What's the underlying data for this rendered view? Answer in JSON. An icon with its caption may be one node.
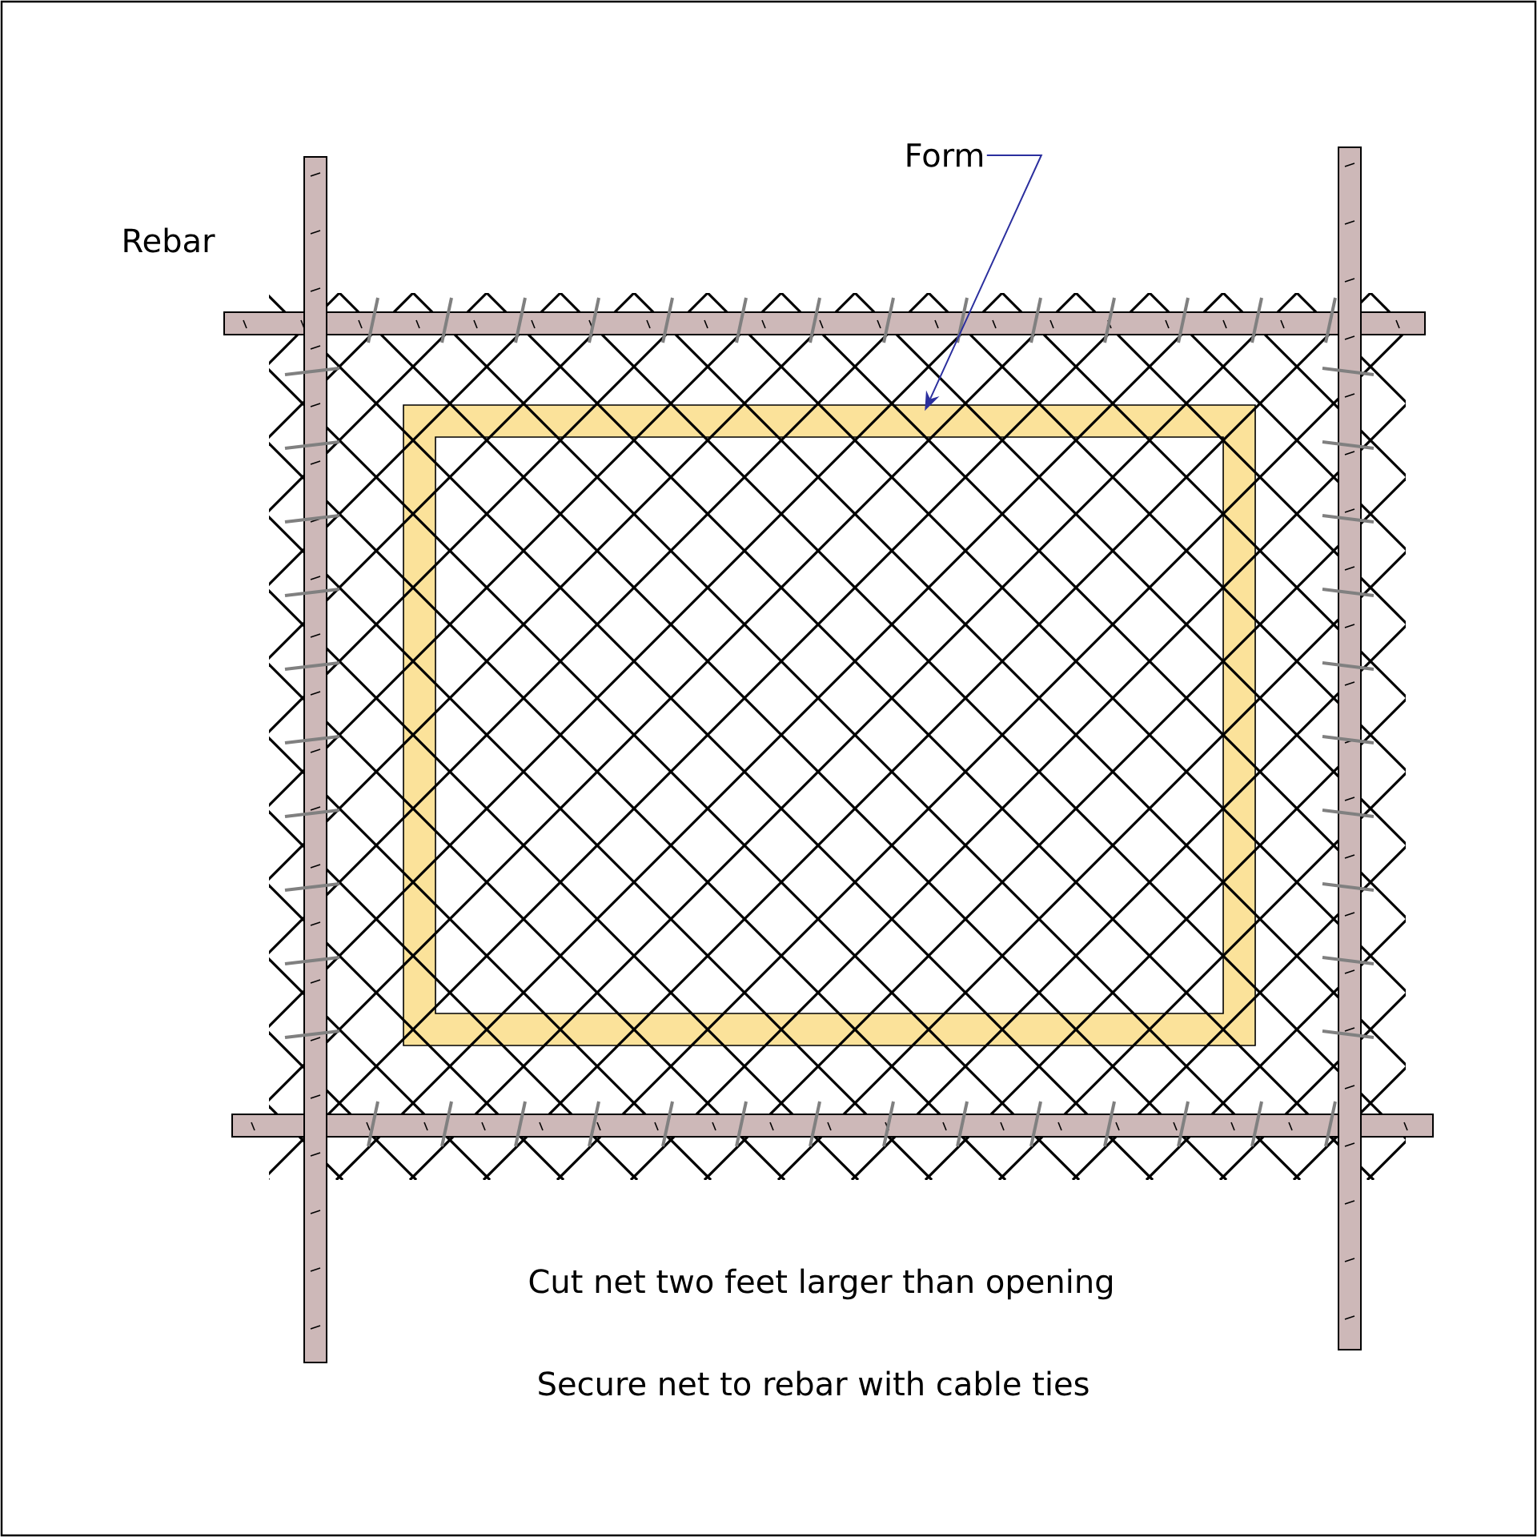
{
  "diagram": {
    "nodes": [
      {
        "text": [
          "Form"
        ]
      },
      {
        "text": [],
        "shape": "box"
      }
    ],
    "edges": [
      {
        "from": 0,
        "to": 1,
        "arrow": "to"
      }
    ],
    "labels": [
      "Rebar",
      "Cut net two feet larger than opening",
      "Secure net to rebar with cable ties"
    ]
  }
}
